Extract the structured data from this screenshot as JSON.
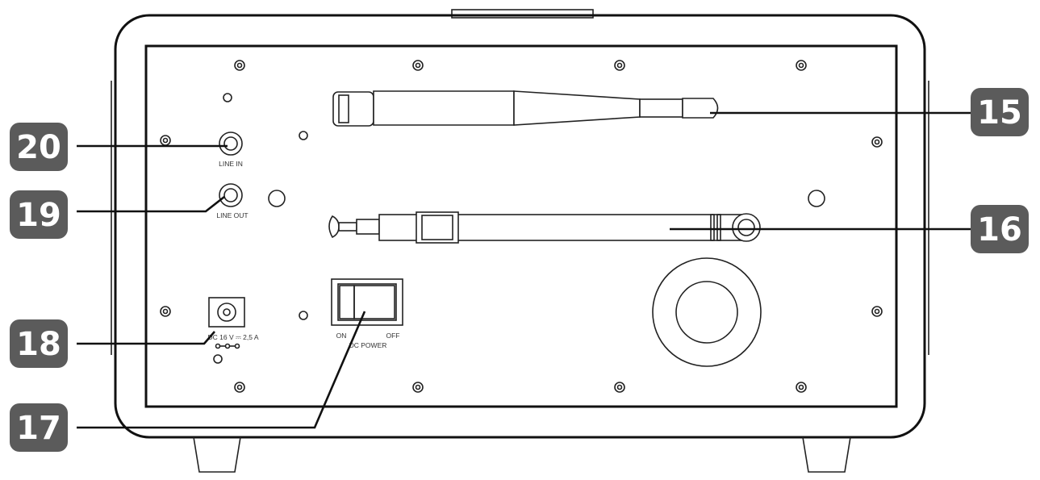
{
  "callouts": [
    {
      "number": "15",
      "part": "wlan-antenna"
    },
    {
      "number": "16",
      "part": "fm-telescopic-antenna"
    },
    {
      "number": "17",
      "part": "power-switch"
    },
    {
      "number": "18",
      "part": "dc-power-jack"
    },
    {
      "number": "19",
      "part": "line-out-jack"
    },
    {
      "number": "20",
      "part": "line-in-jack"
    }
  ],
  "labels": {
    "line_in": "LINE IN",
    "line_out": "LINE OUT",
    "dc_rating": "DC 16 V ⎓ 2,5 A",
    "switch_on": "ON",
    "switch_off": "OFF",
    "switch_title": "DC POWER"
  },
  "colors": {
    "badge": "#5b5b5b",
    "line": "#111111"
  }
}
